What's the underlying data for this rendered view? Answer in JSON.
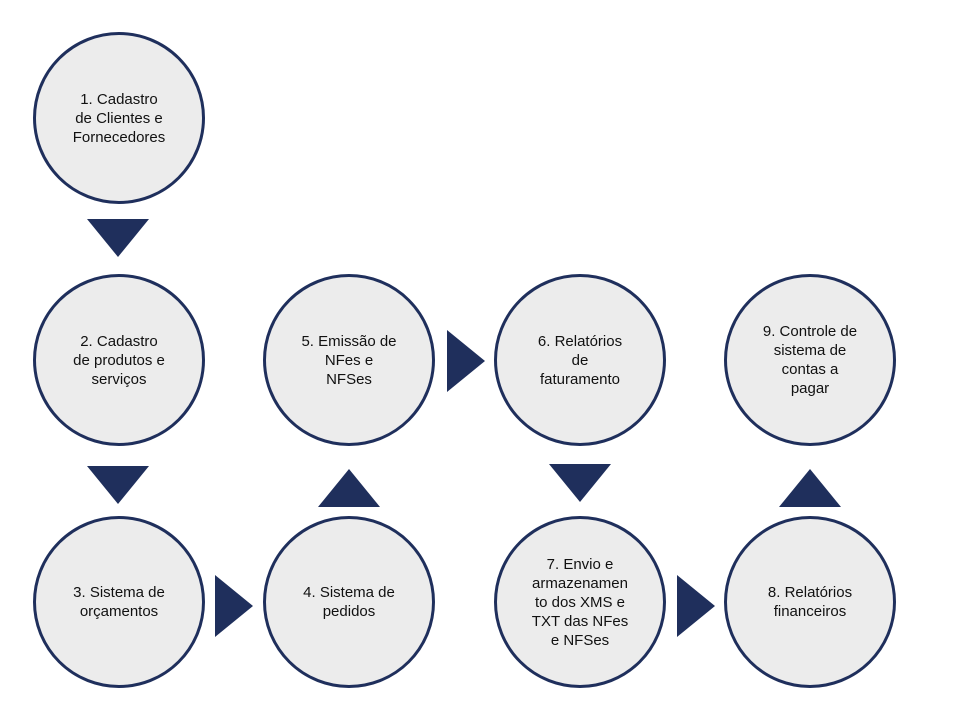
{
  "diagram": {
    "colors": {
      "node_fill": "#ececec",
      "node_border": "#1f2f5c",
      "arrow": "#1f2f5c",
      "text": "#111111"
    },
    "nodes": [
      {
        "label": "1. Cadastro\nde Clientes e\nFornecedores"
      },
      {
        "label": "2. Cadastro\nde produtos e\nserviços"
      },
      {
        "label": "3. Sistema de\norçamentos"
      },
      {
        "label": "4. Sistema de\npedidos"
      },
      {
        "label": "5. Emissão de\nNFes e\nNFSes"
      },
      {
        "label": "6. Relatórios\nde\nfaturamento"
      },
      {
        "label": "7. Envio e\narmazenamen\nto dos XMS e\nTXT das NFes\ne NFSes"
      },
      {
        "label": "8. Relatórios\nfinanceiros"
      },
      {
        "label": "9. Controle de\nsistema de\ncontas a\npagar"
      }
    ],
    "edges": [
      {
        "from": 1,
        "to": 2,
        "direction": "down"
      },
      {
        "from": 2,
        "to": 3,
        "direction": "down"
      },
      {
        "from": 3,
        "to": 4,
        "direction": "right"
      },
      {
        "from": 4,
        "to": 5,
        "direction": "up"
      },
      {
        "from": 5,
        "to": 6,
        "direction": "right"
      },
      {
        "from": 6,
        "to": 7,
        "direction": "down"
      },
      {
        "from": 7,
        "to": 8,
        "direction": "right"
      },
      {
        "from": 8,
        "to": 9,
        "direction": "up"
      }
    ]
  }
}
